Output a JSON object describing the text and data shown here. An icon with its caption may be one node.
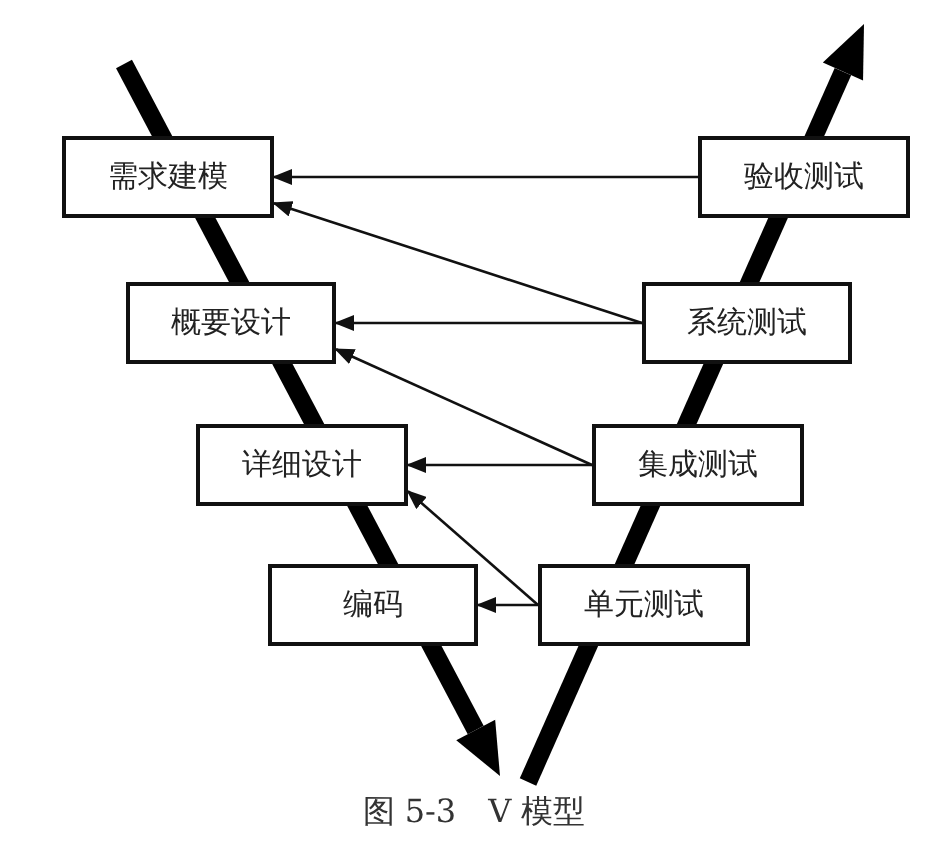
{
  "diagram": {
    "caption": "图 5-3　V 模型",
    "nodes": [
      {
        "text": [
          "需求建模"
        ]
      },
      {
        "text": [
          "验收测试"
        ]
      },
      {
        "text": [
          "概要设计"
        ]
      },
      {
        "text": [
          "系统测试"
        ]
      },
      {
        "text": [
          "详细设计"
        ]
      },
      {
        "text": [
          "集成测试"
        ]
      },
      {
        "text": [
          "编码"
        ]
      },
      {
        "text": [
          "单元测试"
        ]
      }
    ],
    "edges": [
      {
        "from": 1,
        "to": 0,
        "arrow": "to"
      },
      {
        "from": 3,
        "to": 0,
        "arrow": "to"
      },
      {
        "from": 3,
        "to": 2,
        "arrow": "to"
      },
      {
        "from": 5,
        "to": 2,
        "arrow": "to"
      },
      {
        "from": 5,
        "to": 4,
        "arrow": "to"
      },
      {
        "from": 7,
        "to": 4,
        "arrow": "to"
      },
      {
        "from": 7,
        "to": 6,
        "arrow": "to"
      }
    ]
  }
}
